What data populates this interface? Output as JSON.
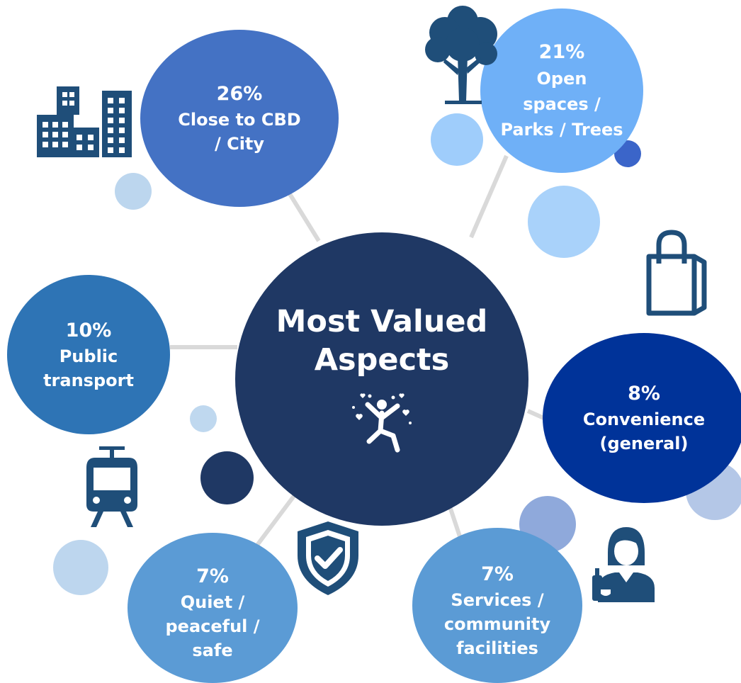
{
  "center": {
    "title": "Most Valued\nAspects",
    "icon": "celebrating-person-icon",
    "color": "#1f3864"
  },
  "items": [
    {
      "id": "city",
      "percent": "26%",
      "label": "Close to CBD\n/ City",
      "color": "#4472c4",
      "icon": "buildings-icon"
    },
    {
      "id": "parks",
      "percent": "21%",
      "label": "Open\nspaces /\nParks / Trees",
      "color": "#6fb0f7",
      "icon": "tree-icon"
    },
    {
      "id": "transport",
      "percent": "10%",
      "label": "Public\ntransport",
      "color": "#2e74b5",
      "icon": "tram-icon"
    },
    {
      "id": "convenience",
      "percent": "8%",
      "label": "Convenience\n(general)",
      "color": "#003399",
      "icon": "shopping-bag-icon"
    },
    {
      "id": "quiet",
      "percent": "7%",
      "label": "Quiet /\npeaceful /\nsafe",
      "color": "#5b9bd5",
      "icon": "shield-check-icon"
    },
    {
      "id": "services",
      "percent": "7%",
      "label": "Services /\ncommunity\nfacilities",
      "color": "#5b9bd5",
      "icon": "waiter-icon"
    }
  ],
  "icon_color": "#1f4e79"
}
